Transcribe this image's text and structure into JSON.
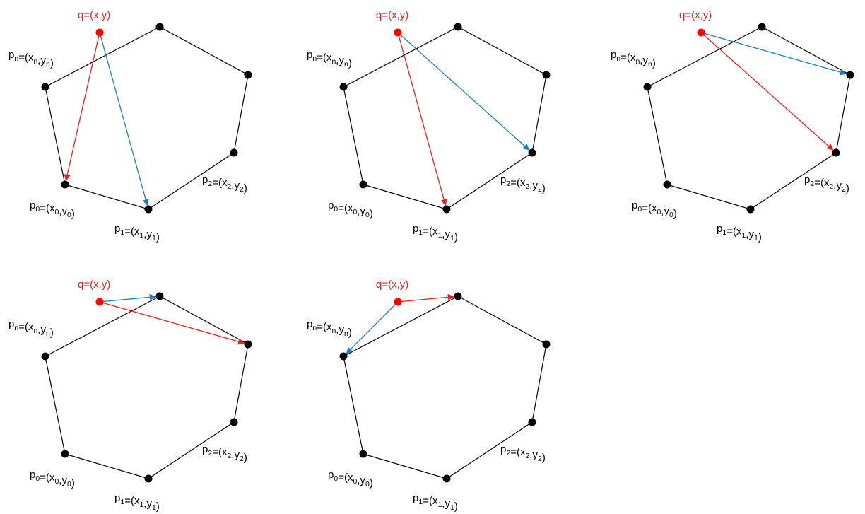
{
  "colors": {
    "polygon": "#000000",
    "query_point": "#ff0000",
    "red_arrow": "#ee1c1c",
    "blue_arrow": "#1f7bc8"
  },
  "labels": {
    "q": "q=(x,y)",
    "pn": {
      "base": "p",
      "sub": "n",
      "mid": "=(x",
      "sub2": "n",
      "sep": ",y",
      "sub3": "n",
      "end": ")"
    },
    "p0": {
      "base": "p",
      "sub": "0",
      "mid": "=(x",
      "sub2": "0",
      "sep": ",y",
      "sub3": "0",
      "end": ")"
    },
    "p1": {
      "base": "p",
      "sub": "1",
      "mid": "=(x",
      "sub2": "1",
      "sep": ",y",
      "sub3": "1",
      "end": ")"
    },
    "p2": {
      "base": "p",
      "sub": "2",
      "mid": "=(x",
      "sub2": "2",
      "sep": ",y",
      "sub3": "2",
      "end": ")"
    }
  },
  "panels": [
    {
      "name": "panel-1",
      "red_arrow": "q->p0",
      "blue_arrow": "q->p1"
    },
    {
      "name": "panel-2",
      "red_arrow": "q->p1",
      "blue_arrow": "q->p2"
    },
    {
      "name": "panel-3",
      "red_arrow": "q->p2",
      "blue_arrow": "q->p3"
    },
    {
      "name": "panel-4",
      "red_arrow": "q->p3",
      "blue_arrow": "q->p4"
    },
    {
      "name": "panel-5",
      "red_arrow": "q->p4",
      "blue_arrow": "q->pn"
    }
  ]
}
